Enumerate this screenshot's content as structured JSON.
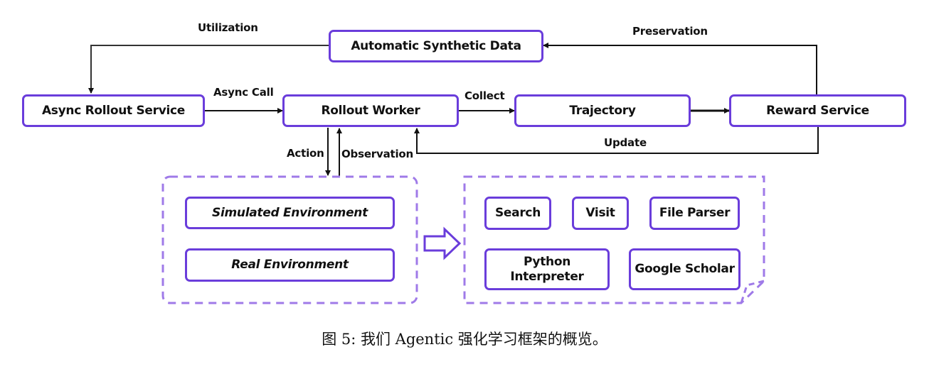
{
  "nodes": {
    "automatic_synthetic_data": "Automatic Synthetic Data",
    "async_rollout_service": "Async Rollout Service",
    "rollout_worker": "Rollout Worker",
    "trajectory": "Trajectory",
    "reward_service": "Reward Service"
  },
  "edges": {
    "utilization": "Utilization",
    "preservation": "Preservation",
    "async_call": "Async Call",
    "collect": "Collect",
    "update": "Update",
    "action": "Action",
    "observation": "Observation"
  },
  "environments": {
    "items": [
      "Simulated Environment",
      "Real Environment"
    ]
  },
  "tools": {
    "items": [
      "Search",
      "Visit",
      "File Parser",
      "Python Interpreter",
      "Google Scholar"
    ]
  },
  "caption": "图 5: 我们 Agentic 强化学习框架的概览。",
  "colors": {
    "box_border": "#6a3ddb",
    "dashed_group": "#9f7ae8",
    "arrow": "#111111"
  }
}
